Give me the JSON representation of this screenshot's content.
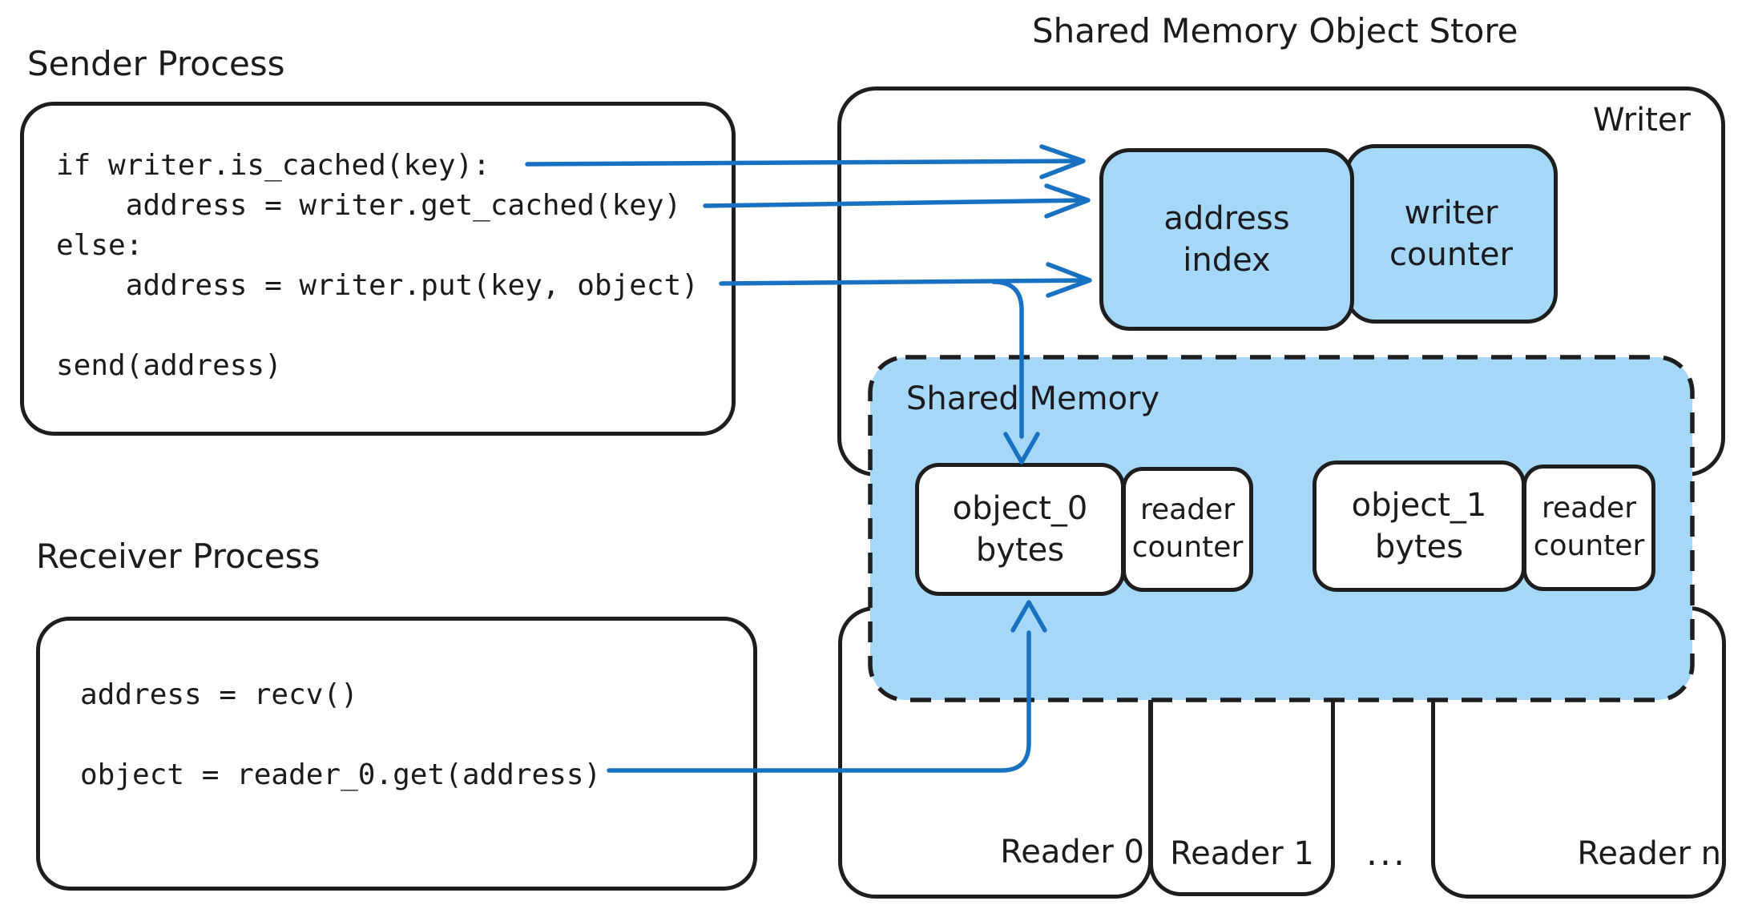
{
  "colors": {
    "background": "#ffffff",
    "stroke": "#1e1e1e",
    "text": "#1b1b1f",
    "fill_blue": "#a5d8f7",
    "arrow_blue": "#1971c2"
  },
  "sender": {
    "title": "Sender Process",
    "code": "if writer.is_cached(key):\n    address = writer.get_cached(key)\nelse:\n    address = writer.put(key, object)\n\nsend(address)"
  },
  "receiver": {
    "title": "Receiver Process",
    "code": "address = recv()\n\nobject = reader_0.get(address)"
  },
  "store": {
    "title": "Shared Memory Object Store",
    "writer_label": "Writer",
    "address_index_label": "address\nindex",
    "writer_counter_label": "writer\ncounter",
    "shared_memory_label": "Shared Memory",
    "object_0_label": "object_0\nbytes",
    "reader_counter_0_label": "reader\ncounter",
    "object_1_label": "object_1\nbytes",
    "reader_counter_1_label": "reader\ncounter",
    "reader_0_label": "Reader 0",
    "reader_1_label": "Reader 1",
    "ellipsis_label": "...",
    "reader_n_label": "Reader n"
  }
}
